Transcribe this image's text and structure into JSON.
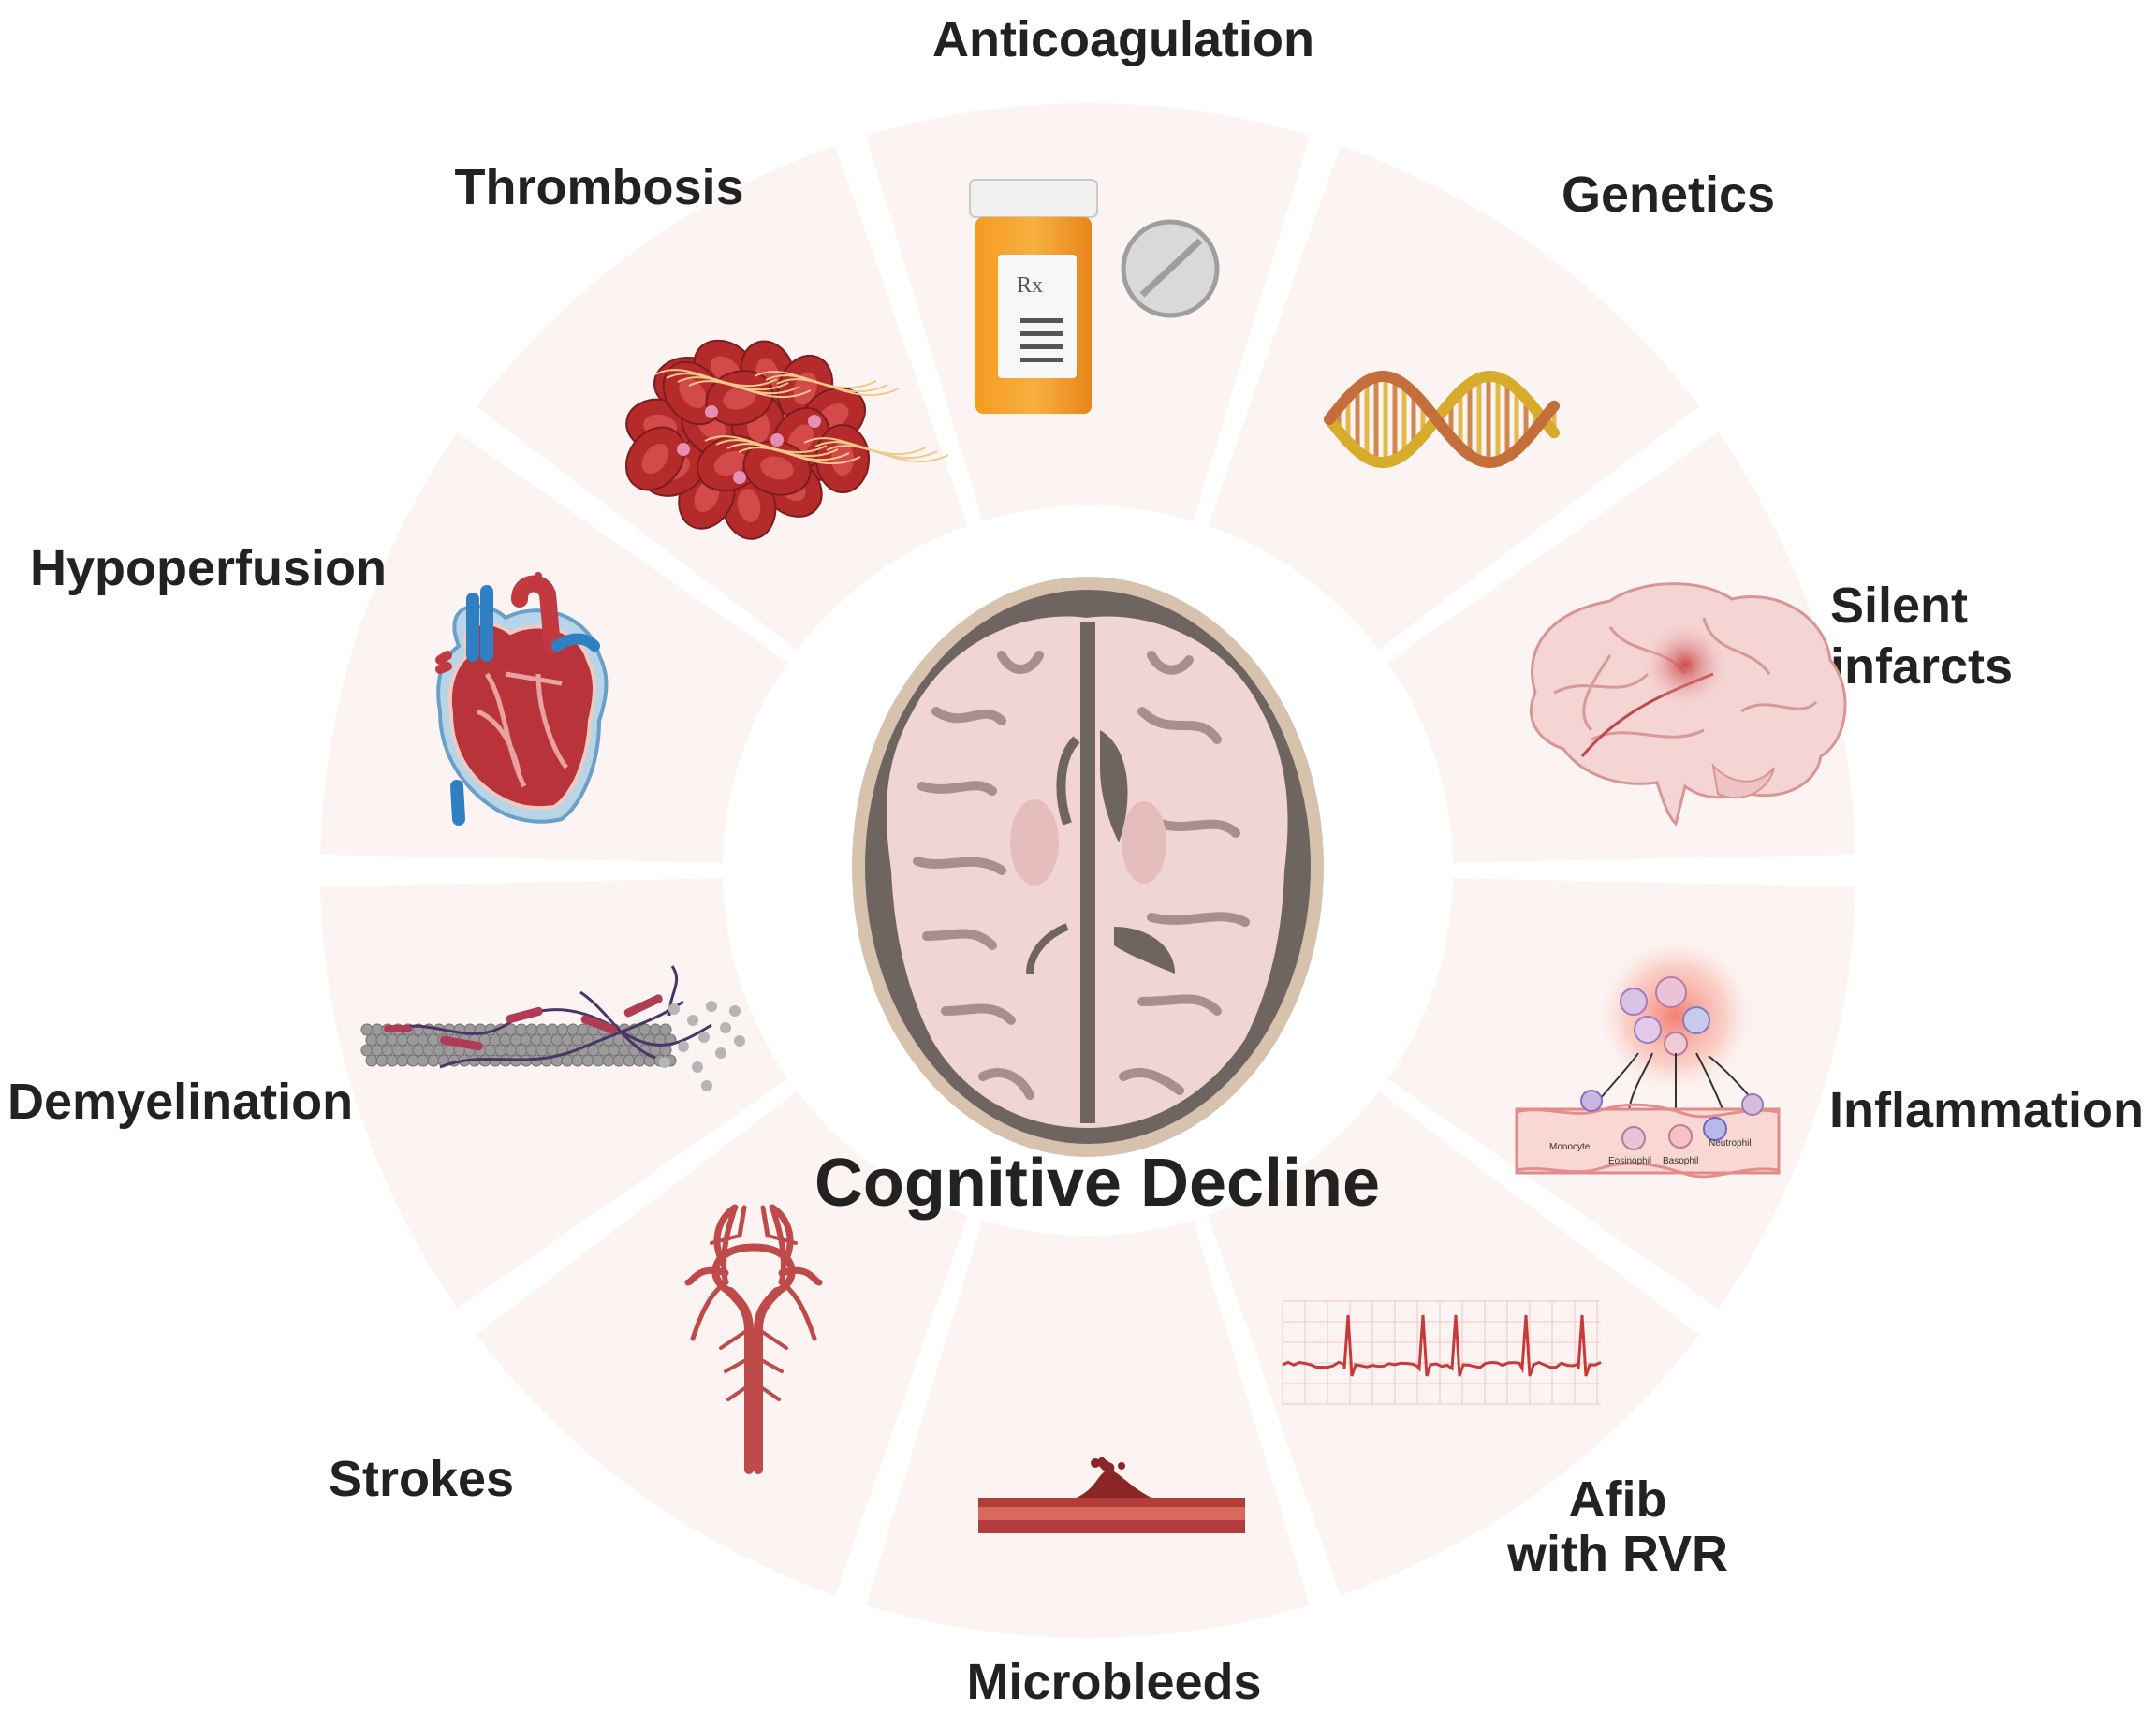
{
  "center": {
    "title": "Cognitive Decline"
  },
  "factors": [
    {
      "id": "anticoagulation",
      "label_lines": [
        "Anticoagulation"
      ],
      "icon": "pill-bottle-icon"
    },
    {
      "id": "genetics",
      "label_lines": [
        "Genetics"
      ],
      "icon": "dna-icon"
    },
    {
      "id": "silent-infarcts",
      "label_lines": [
        "Silent",
        "infarcts"
      ],
      "icon": "brain-infarct-icon"
    },
    {
      "id": "inflammation",
      "label_lines": [
        "Inflammation"
      ],
      "icon": "leukocyte-vessel-icon"
    },
    {
      "id": "afib",
      "label_lines": [
        "Afib",
        "with RVR"
      ],
      "icon": "ecg-trace-icon"
    },
    {
      "id": "microbleeds",
      "label_lines": [
        "Microbleeds"
      ],
      "icon": "bleeding-vessel-icon"
    },
    {
      "id": "strokes",
      "label_lines": [
        "Strokes"
      ],
      "icon": "cerebral-arteries-icon"
    },
    {
      "id": "demyelination",
      "label_lines": [
        "Demyelination"
      ],
      "icon": "demyelinated-axon-icon"
    },
    {
      "id": "hypoperfusion",
      "label_lines": [
        "Hypoperfusion"
      ],
      "icon": "heart-icon"
    },
    {
      "id": "thrombosis",
      "label_lines": [
        "Thrombosis"
      ],
      "icon": "blood-clot-icon"
    }
  ],
  "inflammation_cells": [
    "Monocyte",
    "Eosinophil",
    "Basophil",
    "Neutrophil"
  ],
  "rx_label": "Rx",
  "colors": {
    "segment_fill": "#fbf4f2",
    "text": "#222222",
    "brain_pink": "#f0d3d3",
    "vessel_red": "#b23b3b"
  }
}
